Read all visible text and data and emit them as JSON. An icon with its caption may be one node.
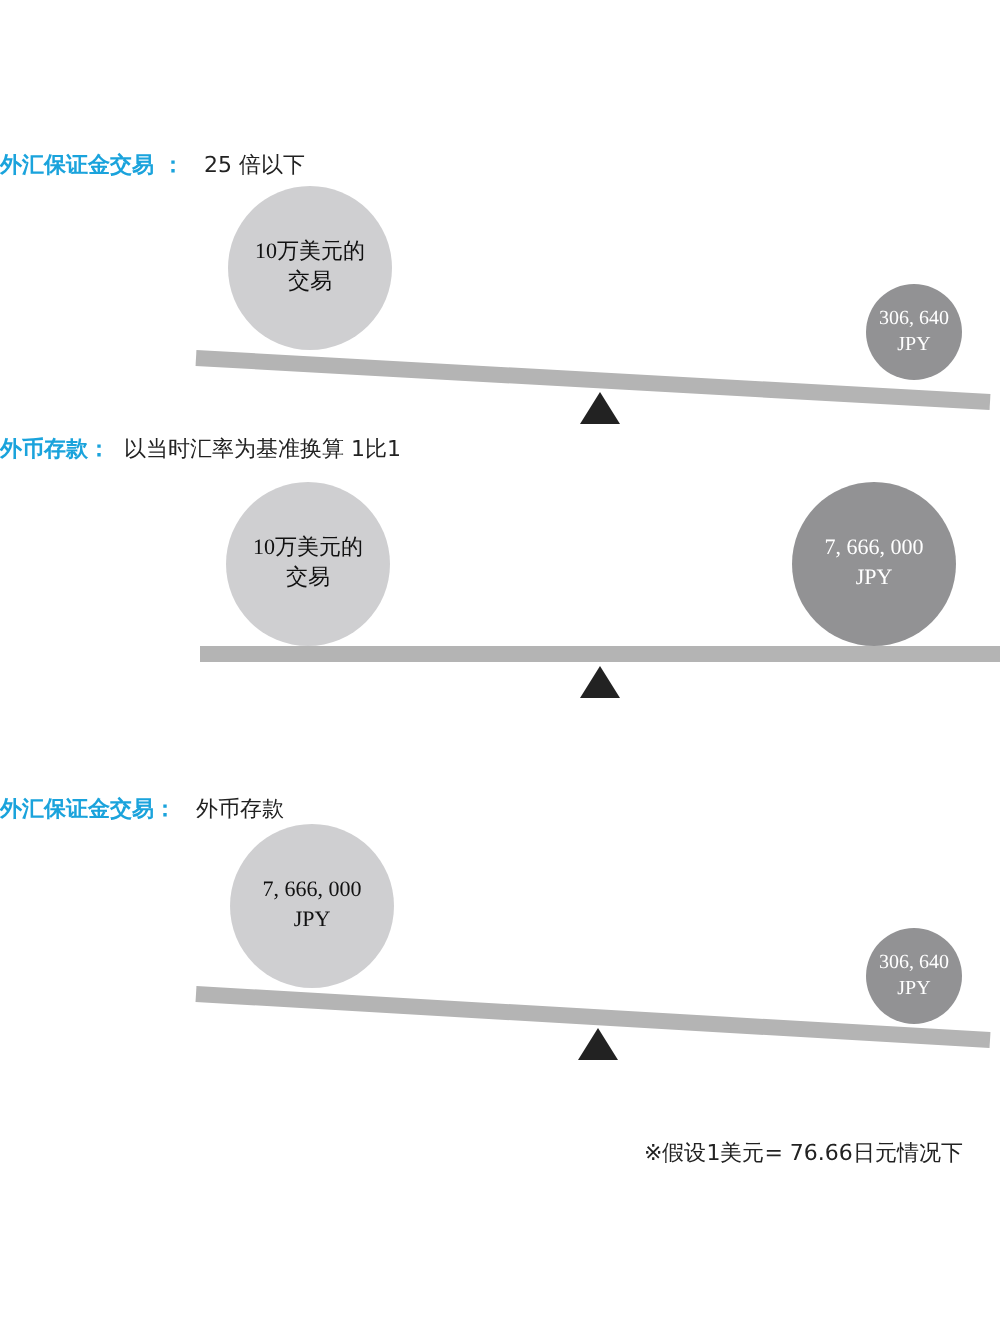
{
  "diagram": {
    "nodes": [
      {
        "text": [
          "10万美元的交易"
        ]
      },
      {
        "text": [
          "306, 640 JPY"
        ]
      },
      {
        "text": [
          "10万美元的交易"
        ]
      },
      {
        "text": [
          "7, 666, 000 JPY"
        ]
      },
      {
        "text": [
          "7, 666, 000 JPY"
        ]
      },
      {
        "text": [
          "306, 640 JPY"
        ]
      }
    ],
    "labels": [
      "外汇保证金交易 ：",
      "25 倍以下",
      "外币存款：",
      "以当时汇率为基准换算 1比1",
      "外汇保证金交易：",
      "外币存款",
      "※假设1美元= 76.66日元情况下"
    ]
  }
}
